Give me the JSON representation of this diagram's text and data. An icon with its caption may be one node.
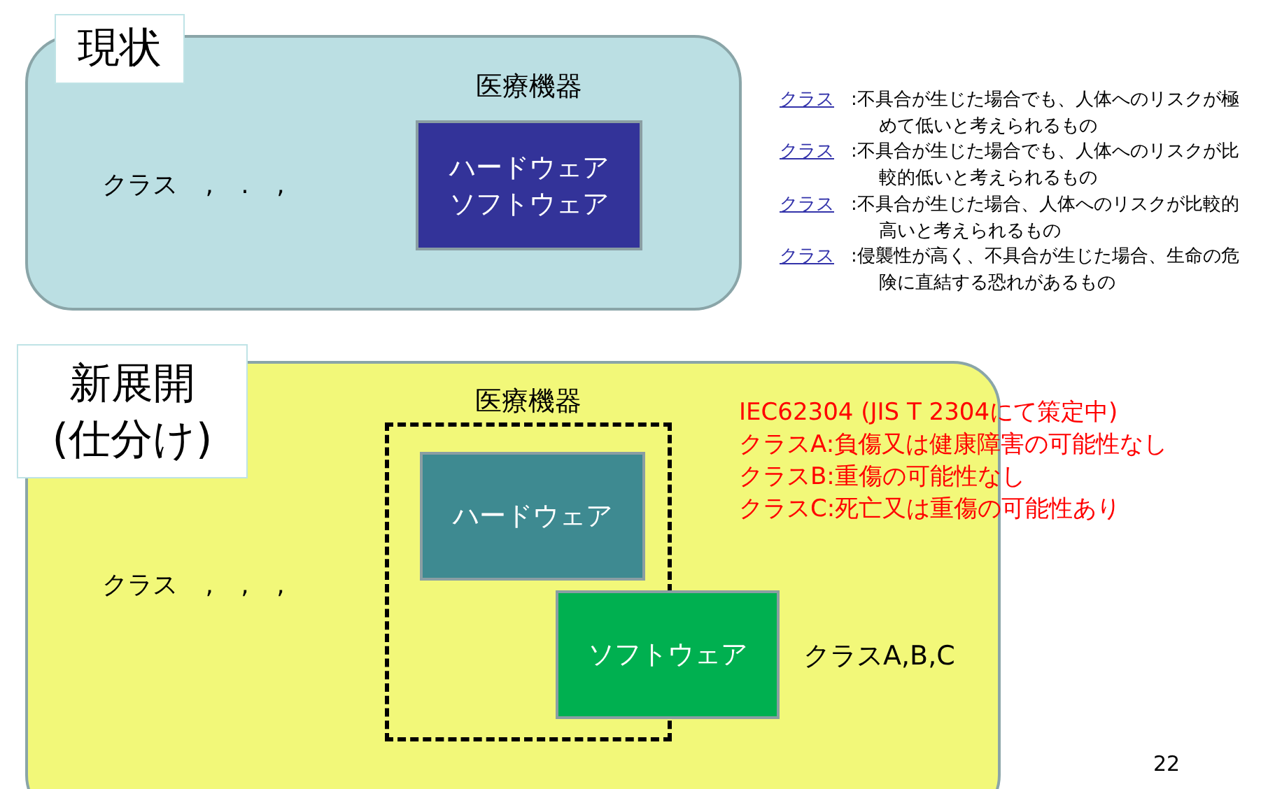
{
  "diagram": {
    "nodes": [
      {
        "text": [
          "現状"
        ]
      },
      {
        "text": [
          "医療機器",
          "ハードウェア",
          "ソフトウェア"
        ],
        "in": 0
      },
      {
        "text": [
          "新展開(仕分け)"
        ]
      },
      {
        "text": [
          "医療機器"
        ],
        "in": 2
      },
      {
        "text": [
          "ハードウェア"
        ],
        "in": 3
      },
      {
        "text": [
          "ソフトウェア"
        ],
        "in": 2,
        "beside": [
          "クラスA,B,C"
        ]
      }
    ],
    "edges": [],
    "labels": [
      "クラス , . ,",
      "クラス",
      ":不具合が生じた場合でも、人体へのリスクが極めて低いと考えられるもの",
      "クラス",
      ":不具合が生じた場合でも、人体へのリスクが比較的低いと考えられるもの",
      "クラス",
      ":不具合が生じた場合、人体へのリスクが比較的高いと考えられるもの",
      "クラス",
      ":侵襲性が高く、不具合が生じた場合、生命の危険に直結する恐れがあるもの",
      "IEC62304 (JIS T 2304にて策定中)",
      "クラスA:負傷又は健康障害の可能性なし",
      "クラスB:重傷の可能性なし",
      "クラスC:死亡又は重傷の可能性あり",
      "クラス , , ,",
      "22"
    ]
  }
}
